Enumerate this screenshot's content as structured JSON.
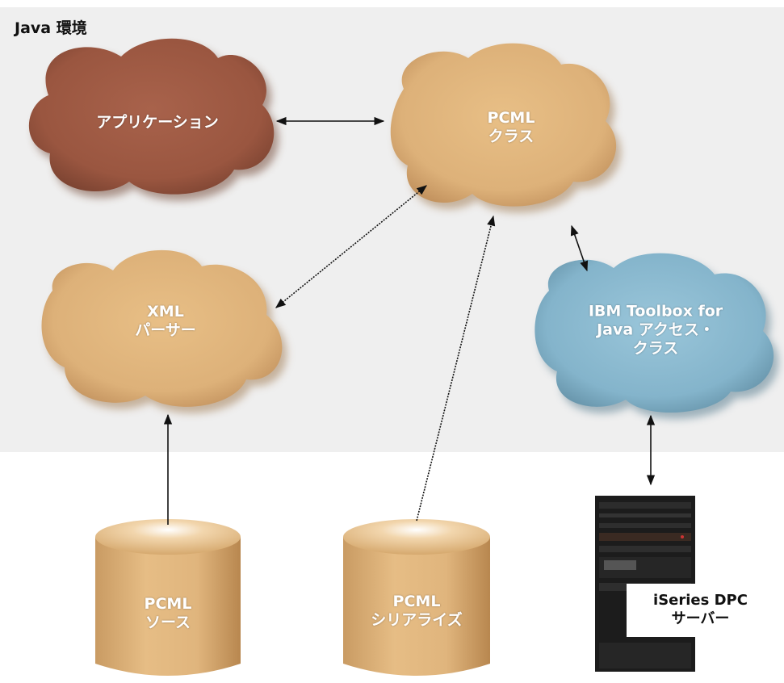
{
  "environment": {
    "title": "Java 環境"
  },
  "nodes": {
    "application": {
      "lines": [
        "アプリケーション"
      ],
      "color": "#a85f49"
    },
    "pcml_classes": {
      "lines": [
        "PCML",
        "クラス"
      ],
      "color": "#e3b97f"
    },
    "xml_parser": {
      "lines": [
        "XML",
        "パーサー"
      ],
      "color": "#e3b97f"
    },
    "toolbox": {
      "lines": [
        "IBM Toolbox for",
        "Java アクセス・",
        "クラス"
      ],
      "color": "#8fbcd0"
    },
    "pcml_source": {
      "lines": [
        "PCML",
        "ソース"
      ],
      "color": "#e3b97f"
    },
    "pcml_serialized": {
      "lines": [
        "PCML",
        "シリアライズ"
      ],
      "color": "#e3b97f"
    },
    "server": {
      "lines": [
        "iSeries DPC",
        "サーバー"
      ]
    }
  },
  "colors": {
    "environment_bg": "#efefef",
    "arrow": "#111111"
  }
}
